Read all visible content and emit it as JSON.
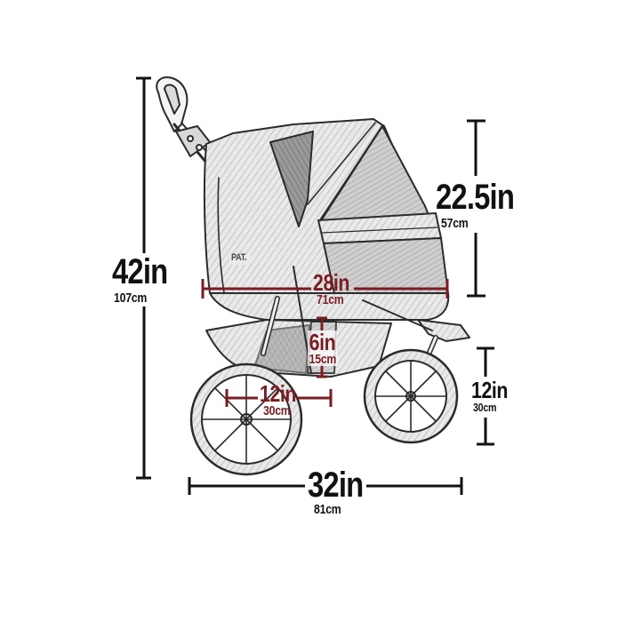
{
  "diagram": {
    "subject": "three-wheel jogging pet stroller (line drawing)",
    "colors": {
      "primary_dimension": "#111111",
      "inner_dimension": "#7a1c22",
      "sketch": "#3a3a3a",
      "background": "#ffffff"
    },
    "dimensions": {
      "total_height": {
        "imperial": "42in",
        "metric": "107cm"
      },
      "canopy_height": {
        "imperial": "22.5in",
        "metric": "57cm"
      },
      "cabin_length": {
        "imperial": "28in",
        "metric": "71cm"
      },
      "basket_depth": {
        "imperial": "6in",
        "metric": "15cm"
      },
      "rear_wheel_diameter": {
        "imperial": "12in",
        "metric": "30cm"
      },
      "front_wheel_height": {
        "imperial": "12in",
        "metric": "30cm"
      },
      "total_length": {
        "imperial": "32in",
        "metric": "81cm"
      }
    },
    "brand_mark": "PAT."
  }
}
